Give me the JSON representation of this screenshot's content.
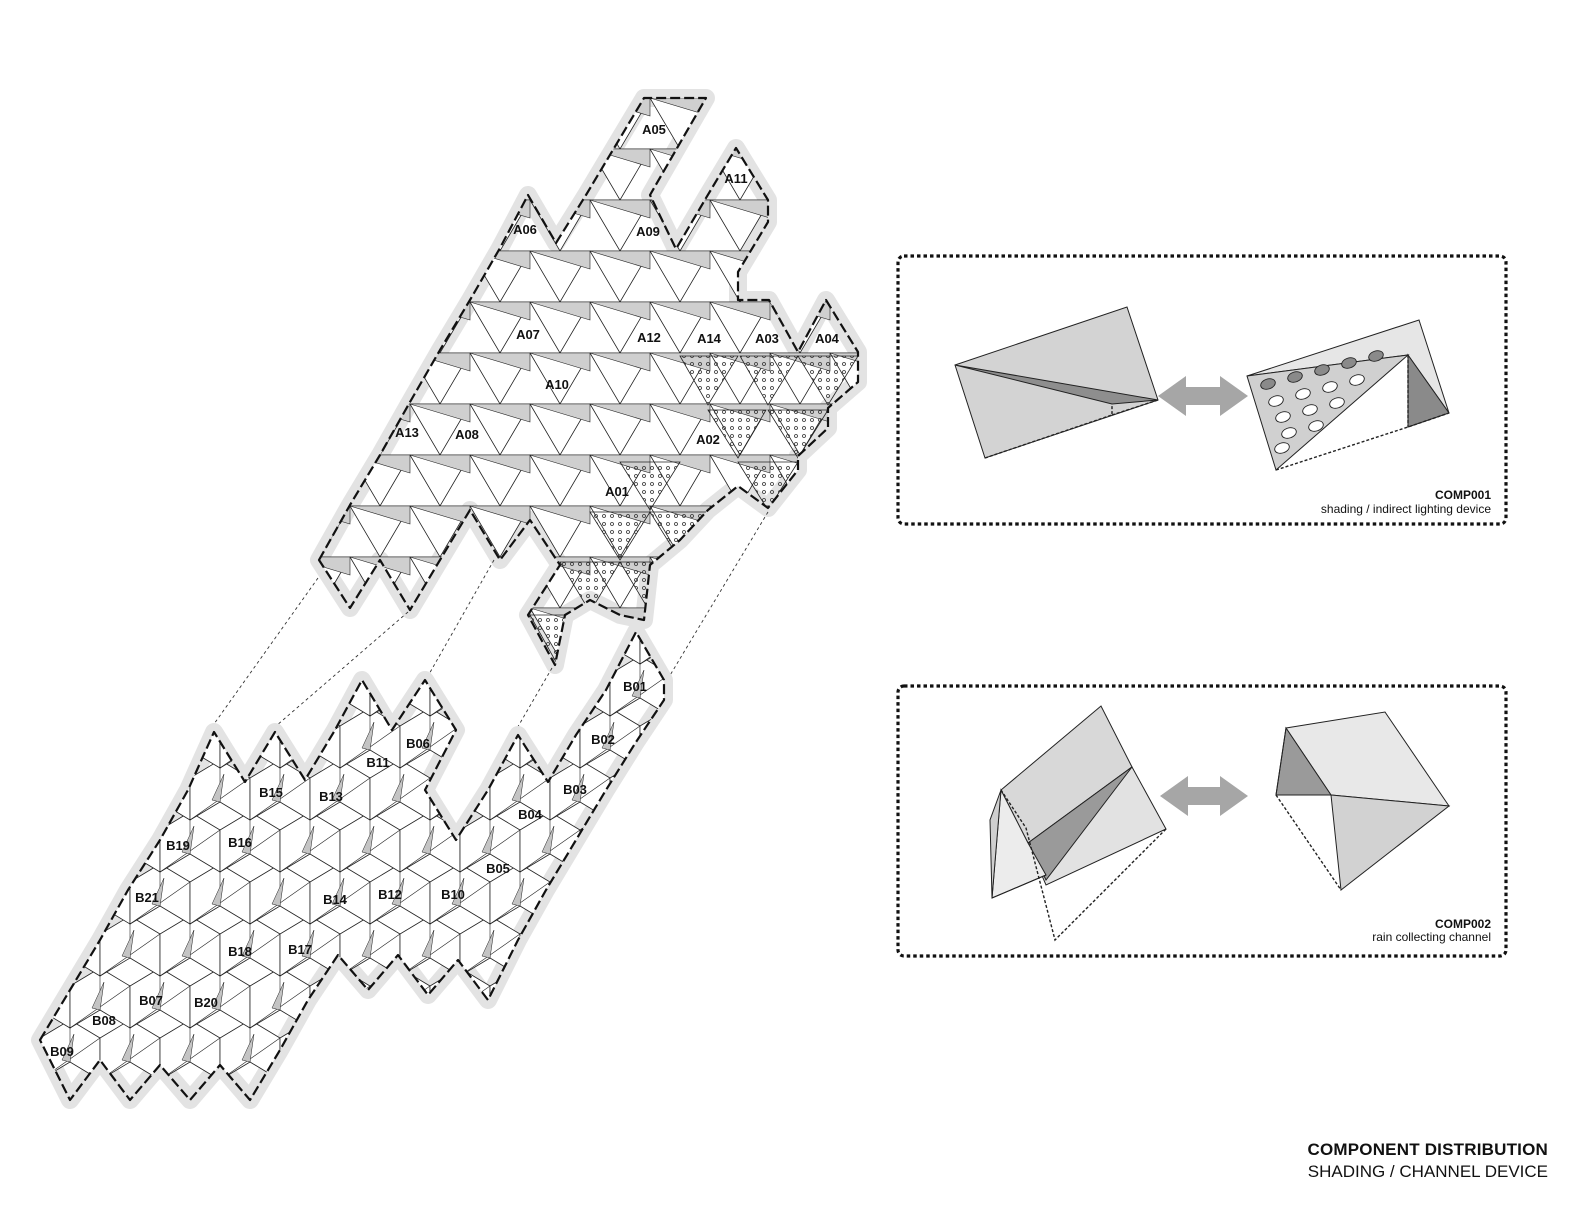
{
  "title": "COMPONENT DISTRIBUTION",
  "subtitle": "SHADING / CHANNEL DEVICE",
  "panels": [
    {
      "id": "COMP001",
      "description": "shading / indirect lighting device"
    },
    {
      "id": "COMP002",
      "description": "rain collecting channel"
    }
  ],
  "group_a_labels": [
    "A01",
    "A02",
    "A03",
    "A04",
    "A05",
    "A06",
    "A07",
    "A08",
    "A09",
    "A10",
    "A11",
    "A12",
    "A13",
    "A14"
  ],
  "group_b_labels": [
    "B01",
    "B02",
    "B03",
    "B04",
    "B05",
    "B06",
    "B07",
    "B08",
    "B09",
    "B10",
    "B11",
    "B12",
    "B13",
    "B14",
    "B15",
    "B16",
    "B17",
    "B18",
    "B19",
    "B20",
    "B21"
  ],
  "colors": {
    "panel_gray": "#cfcfcf",
    "panel_light": "#e6e6e6",
    "panel_dark": "#8a8a8a",
    "arrow": "#a6a6a6",
    "halo": "#e3e3e3"
  }
}
